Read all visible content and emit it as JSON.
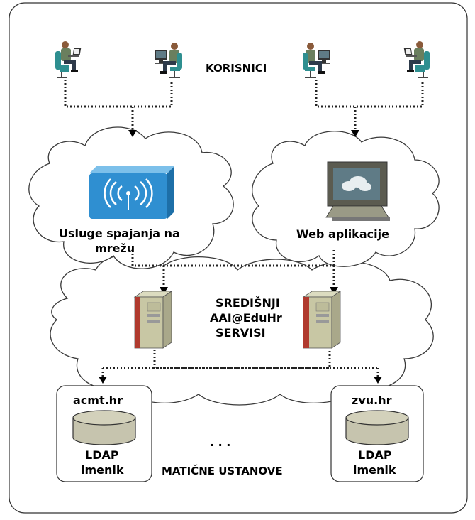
{
  "diagram": {
    "users_label": "KORISNICI",
    "network_label_line1": "Usluge spajanja na",
    "network_label_line2": "mrežu",
    "web_label": "Web aplikacije",
    "central_line1": "SREDIŠNJI",
    "central_line2": "AAI@EduHr",
    "central_line3": "SERVISI",
    "institution_left": {
      "name": "acmt.hr",
      "db_line1": "LDAP",
      "db_line2": "imenik"
    },
    "institution_right": {
      "name": "zvu.hr",
      "db_line1": "LDAP",
      "db_line2": "imenik"
    },
    "ellipsis": ". . .",
    "institutions_label": "MATIČNE USTANOVE"
  },
  "icons": [
    "user-laptop-icon",
    "user-desktop-icon",
    "wireless-access-point-icon",
    "monitor-icon",
    "server-icon",
    "database-icon"
  ],
  "colors": {
    "wireless_blue": "#2f8fd1",
    "server_tan": "#c8c7a4",
    "server_red": "#b03a2e",
    "database_fill": "#c6c4ae",
    "monitor_screen": "#5f7b86",
    "user_shirt": "#6a7f5e",
    "chair_teal": "#2e8f90"
  }
}
